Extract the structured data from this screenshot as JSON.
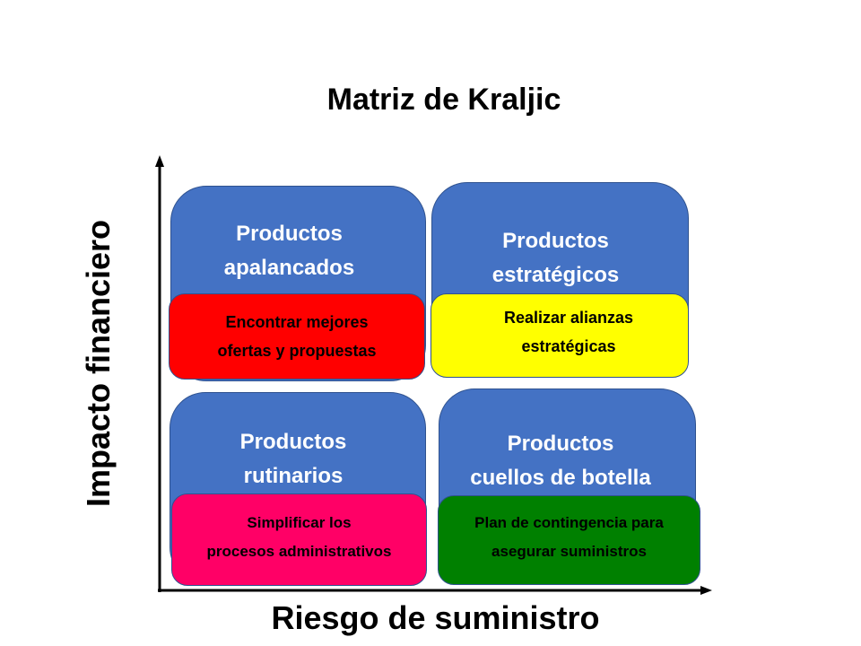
{
  "title": "Matriz de Kraljic",
  "x_axis_label": "Riesgo de suministro",
  "y_axis_label": "Impacto financiero",
  "quadrants": [
    {
      "title_line1": "Productos",
      "title_line2": "apalancados",
      "action_line1": "Encontrar mejores",
      "action_line2": "ofertas y propuestas",
      "action_color": "#ff0000"
    },
    {
      "title_line1": "Productos",
      "title_line2": "estratégicos",
      "action_line1": "Realizar alianzas",
      "action_line2": "estratégicas",
      "action_color": "#ffff00"
    },
    {
      "title_line1": "Productos",
      "title_line2": "rutinarios",
      "action_line1": "Simplificar los",
      "action_line2": "procesos administrativos",
      "action_color": "#ff0066"
    },
    {
      "title_line1": "Productos",
      "title_line2": "cuellos de botella",
      "action_line1": "Plan de contingencia para",
      "action_line2": "asegurar suministros",
      "action_color": "#008000"
    }
  ],
  "colors": {
    "quadrant": "#4472c4"
  }
}
